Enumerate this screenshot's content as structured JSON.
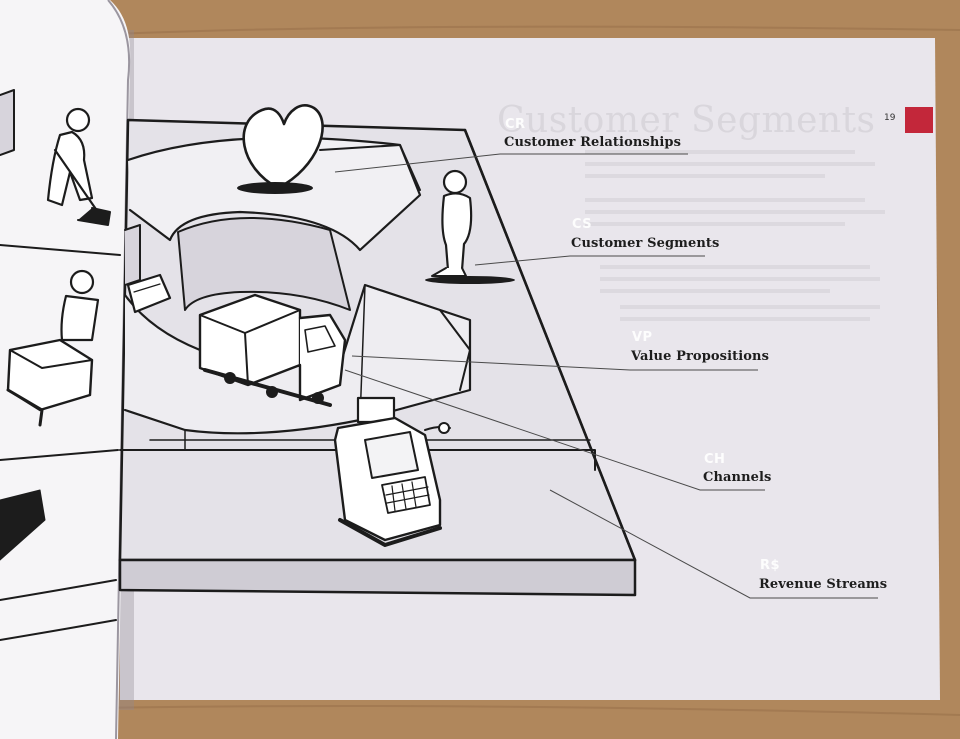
{
  "page": {
    "number": "19",
    "header_faded": "Customer Segments",
    "accent_color": "#c3273a",
    "paper_color": "#e9e6ec",
    "table_color": "#b0875c"
  },
  "labels": {
    "cr": {
      "abbr": "CR",
      "title": "Customer Relationships"
    },
    "cs": {
      "abbr": "CS",
      "title": "Customer Segments"
    },
    "vp": {
      "abbr": "VP",
      "title": "Value Propositions"
    },
    "ch": {
      "abbr": "CH",
      "title": "Channels"
    },
    "rs": {
      "abbr": "R$",
      "title": "Revenue Streams"
    }
  },
  "illustration": {
    "icons": [
      "heart-icon",
      "person-icon",
      "delivery-truck-icon",
      "cash-register-icon",
      "bed-icon",
      "worker-with-shovel-icon"
    ]
  }
}
